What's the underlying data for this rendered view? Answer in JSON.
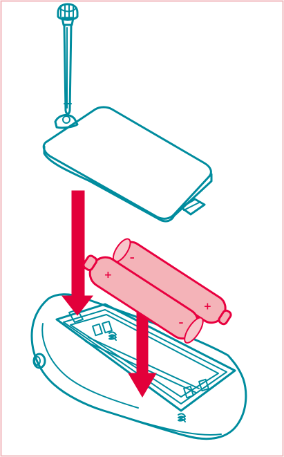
{
  "diagram": {
    "colors": {
      "outline": "#008c9e",
      "frame": "#f1b7bc",
      "battery_fill": "#f4b3b8",
      "battery_stroke": "#e8003f",
      "arrow": "#e2003a",
      "background": "#ffffff"
    },
    "components": {
      "screwdriver": "screwdriver-icon",
      "battery_cover": "battery-cover",
      "batteries": "battery-icon",
      "device": "device-body",
      "battery_compartment": "battery-compartment",
      "springs": "spring-contact-icon",
      "arrows": "arrow-down-icon"
    },
    "battery_1": {
      "plus": "+",
      "minus": "–"
    },
    "battery_2": {
      "plus": "+",
      "minus": "–"
    }
  }
}
